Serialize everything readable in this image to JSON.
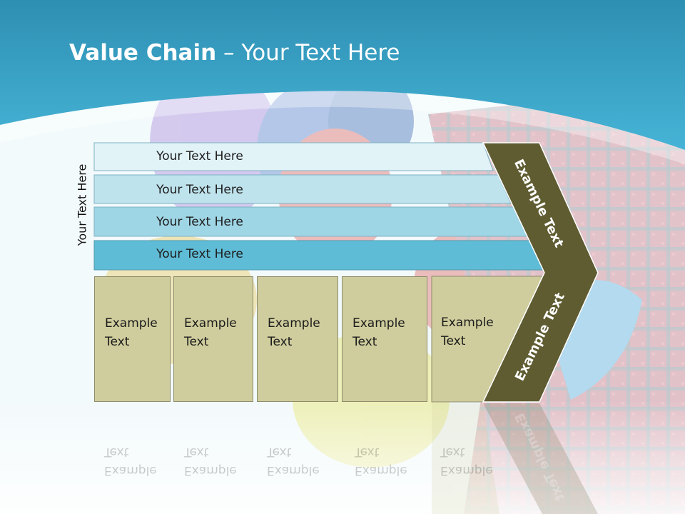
{
  "slide": {
    "title_bold": "Value Chain",
    "title_rest": " – Your Text Here",
    "side_label": "Your Text Here",
    "bands": [
      {
        "label": "Your Text Here"
      },
      {
        "label": "Your Text Here"
      },
      {
        "label": "Your Text Here"
      },
      {
        "label": "Your Text Here"
      }
    ],
    "boxes": [
      {
        "label": "Example\nText"
      },
      {
        "label": "Example\nText"
      },
      {
        "label": "Example\nText"
      },
      {
        "label": "Example\nText"
      },
      {
        "label": "Example\nText"
      }
    ],
    "chevron_upper": "Example Text",
    "chevron_lower": "Example Text"
  },
  "colors": {
    "header_blue": "#3aa6c8",
    "band_1": "#e2f3f8",
    "band_2": "#bfe3ed",
    "band_3": "#9fd6e6",
    "band_4": "#5fbcd6",
    "box_fill": "#cfcd9d",
    "chevron_fill": "#5f5c32"
  }
}
